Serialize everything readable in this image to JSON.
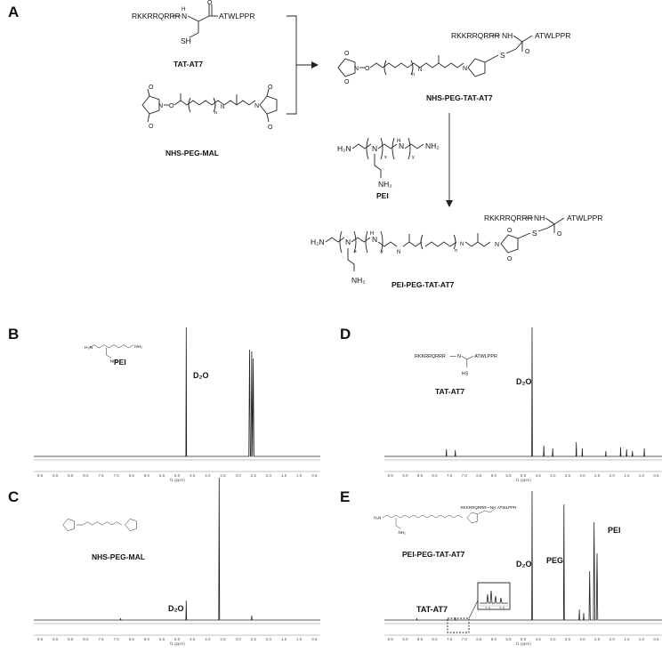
{
  "panels": {
    "A": "A",
    "B": "B",
    "C": "C",
    "D": "D",
    "E": "E"
  },
  "scheme": {
    "tat_at7": {
      "sequence_left": "RKKRRQRRR",
      "sequence_right": "ATWLPPR",
      "thiol": "SH",
      "name": "TAT-AT7"
    },
    "nhs_peg_mal": {
      "n": "n",
      "name": "NHS-PEG-MAL"
    },
    "nhs_peg_tat_at7": {
      "sequence_left": "RKKRRQRRR",
      "sequence_right": "ATWLPPR",
      "nh": "NH",
      "sulfur": "S",
      "n": "n",
      "name": "NHS-PEG-TAT-AT7"
    },
    "pei": {
      "h2n_left": "H₂N",
      "nh2_right": "NH₂",
      "nh2_branch": "NH₂",
      "h": "H",
      "n": "N",
      "x": "x",
      "y": "y",
      "name": "PEI"
    },
    "pei_peg_tat_at7": {
      "sequence_left": "RKKRRQRRR",
      "sequence_right": "ATWLPPR",
      "nh": "NH",
      "h2n": "H₂N",
      "nh2": "NH₂",
      "n": "N",
      "h": "H",
      "x": "x",
      "y": "y",
      "nsub": "n",
      "sulfur": "S",
      "name": "PEI-PEG-TAT-AT7"
    }
  },
  "spectra": {
    "axis_ticks": [
      "9.5",
      "9.0",
      "8.5",
      "8.0",
      "7.5",
      "7.0",
      "6.5",
      "6.0",
      "5.5",
      "5.0",
      "4.5",
      "4.0",
      "3.5",
      "3.0",
      "2.5",
      "2.0",
      "1.5",
      "1.0",
      "0.5"
    ],
    "axis_label": "f1 (ppm)",
    "B": {
      "caption": "PEI",
      "solvent": "D₂O"
    },
    "C": {
      "caption": "NHS-PEG-MAL",
      "solvent": "D₂O"
    },
    "D": {
      "caption": "TAT-AT7",
      "solvent": "D₂O",
      "inset_text": "RKKRRQRRR—NH ... ATWLPPR"
    },
    "E": {
      "caption": "PEI-PEG-TAT-AT7",
      "solvent": "D₂O",
      "peg": "PEG",
      "pei": "PEI",
      "tat": "TAT-AT7",
      "inset_ticks": [
        "7.5",
        "7.0"
      ]
    }
  },
  "colors": {
    "ink": "#111111",
    "axis": "#888888"
  }
}
